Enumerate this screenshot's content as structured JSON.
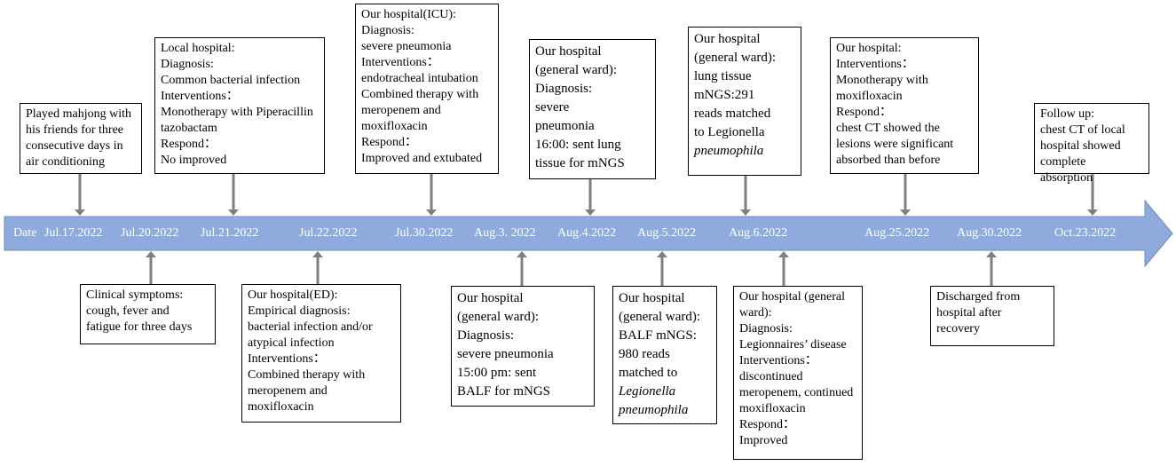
{
  "colors": {
    "band_fill": "#8FAADC",
    "band_stroke": "#6E8BC2",
    "connector": "#7f7f7f",
    "date_text": "#ffffff"
  },
  "date_label": "Date",
  "dates": [
    "Jul.17.2022",
    "Jul.20.2022",
    "Jul.21.2022",
    "Jul.22.2022",
    "Jul.30.2022",
    "Aug.3. 2022",
    "Aug.4.2022",
    "Aug.5.2022",
    "Aug.6.2022",
    "Aug.25.2022",
    "Aug.30.2022",
    "Oct.23.2022"
  ],
  "events_above": [
    {
      "date": "Jul.17.2022",
      "lines": [
        "Played mahjong with",
        "his friends for three",
        "consecutive days in",
        "air conditioning"
      ]
    },
    {
      "date": "Jul.21.2022",
      "lines": [
        "Local hospital:",
        "Diagnosis:",
        "Common bacterial infection",
        "Interventions：",
        "Monotherapy with Piperacillin",
        "tazobactam",
        "Respond：",
        "No improved"
      ]
    },
    {
      "date": "Jul.30.2022",
      "lines": [
        "Our hospital(ICU):",
        "Diagnosis:",
        "severe pneumonia",
        "Interventions：",
        "endotracheal intubation",
        "Combined therapy with",
        "meropenem and",
        "moxifloxacin",
        "Respond：",
        "Improved and extubated"
      ]
    },
    {
      "date": "Aug.4.2022",
      "lines": [
        "Our hospital",
        "(general ward):",
        "Diagnosis:",
        "severe",
        "pneumonia",
        "16:00: sent lung",
        "tissue for mNGS"
      ]
    },
    {
      "date": "Aug.6.2022",
      "lines": [
        "Our hospital",
        "(general ward):",
        "lung tissue",
        "mNGS:291",
        "reads matched",
        "to Legionella",
        "pneumophila"
      ]
    },
    {
      "date": "Aug.25.2022",
      "lines": [
        "Our hospital:",
        "Interventions：",
        "Monotherapy with",
        "moxifloxacin",
        "Respond：",
        "chest CT showed the",
        "lesions were significant",
        "absorbed than before"
      ]
    },
    {
      "date": "Oct.23.2022",
      "lines": [
        "Follow up:",
        "chest CT of local",
        "hospital showed",
        "complete",
        "absorption"
      ]
    }
  ],
  "events_below": [
    {
      "date": "Jul.20.2022",
      "lines": [
        "Clinical symptoms:",
        "cough, fever and",
        "fatigue for three days"
      ]
    },
    {
      "date": "Jul.22.2022",
      "lines": [
        "Our hospital(ED):",
        "Empirical diagnosis:",
        "bacterial infection and/or",
        "atypical infection",
        "Interventions：",
        "Combined therapy with",
        "meropenem and",
        "moxifloxacin"
      ]
    },
    {
      "date": "Aug.3. 2022",
      "lines": [
        "Our hospital",
        "(general ward):",
        "Diagnosis:",
        "severe pneumonia",
        "15:00 pm: sent",
        "BALF for mNGS"
      ]
    },
    {
      "date": "Aug.5.2022",
      "lines": [
        "Our hospital",
        "(general ward):",
        "BALF mNGS:",
        "980 reads",
        "matched to",
        "Legionella",
        "pneumophila"
      ]
    },
    {
      "date": "Aug.6.2022",
      "lines": [
        "Our hospital (general",
        "ward):",
        "Diagnosis:",
        "Legionnaires’ disease",
        "Interventions：",
        "discontinued",
        "meropenem, continued",
        "moxifloxacin",
        "Respond：",
        "Improved"
      ]
    },
    {
      "date": "Aug.30.2022",
      "lines": [
        "Discharged from",
        "hospital after",
        "recovery"
      ]
    }
  ]
}
